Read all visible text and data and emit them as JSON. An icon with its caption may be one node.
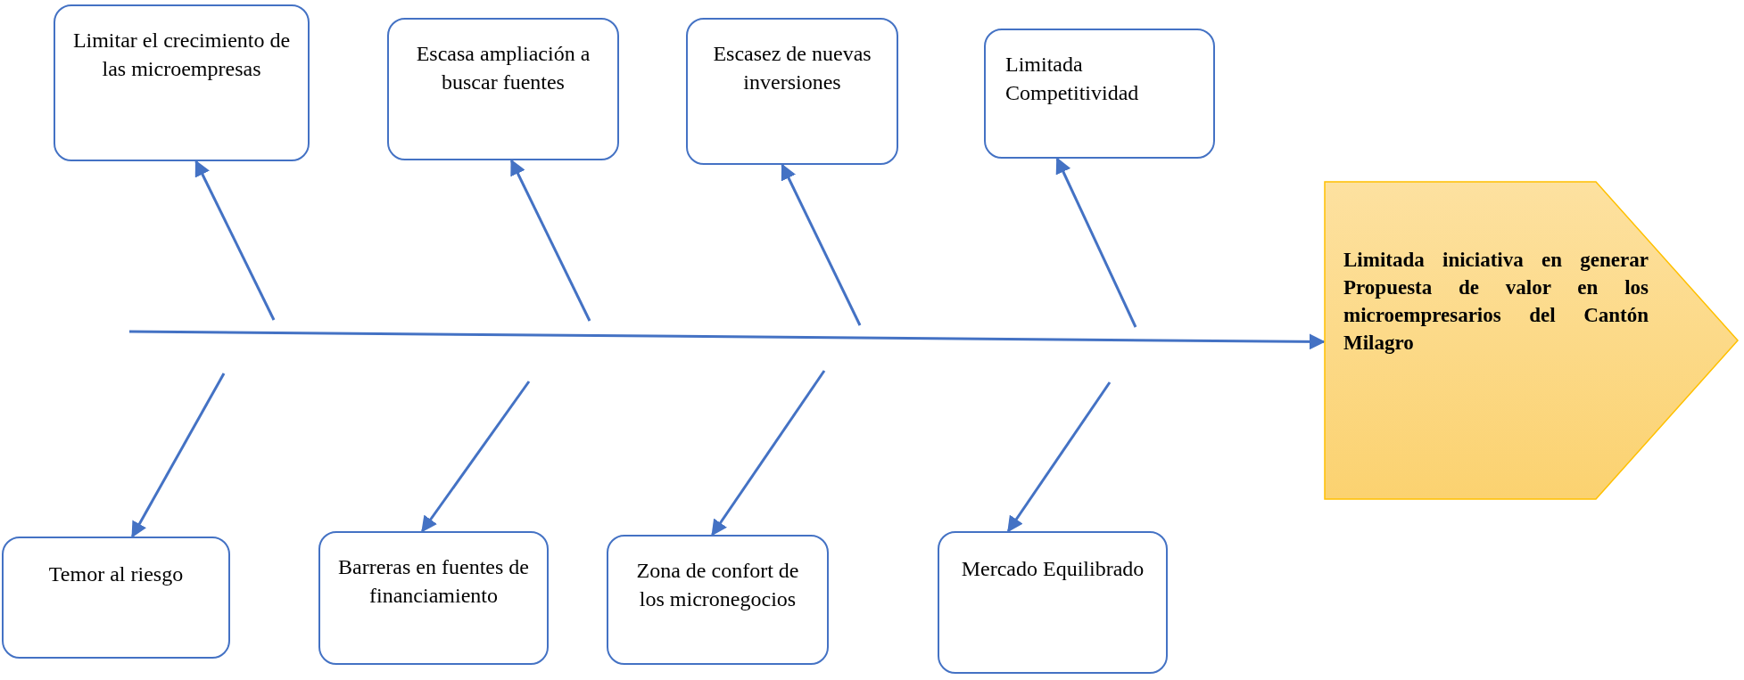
{
  "diagram": {
    "nodes": [
      {
        "text": [
          "Limitar el crecimiento de las microempresas"
        ]
      },
      {
        "text": [
          "Escasa ampliación a buscar fuentes"
        ]
      },
      {
        "text": [
          "Escasez de nuevas inversiones"
        ]
      },
      {
        "text": [
          "Limitada Competitividad"
        ]
      },
      {
        "text": [
          "Limitada iniciativa en generar Propuesta de valor en los microempresarios del Cantón Milagro"
        ]
      },
      {
        "text": [
          "Temor al riesgo"
        ]
      },
      {
        "text": [
          "Barreras en fuentes de financiamiento"
        ]
      },
      {
        "text": [
          "Zona de confort de los micronegocios"
        ]
      },
      {
        "text": [
          "Mercado Equilibrado"
        ]
      }
    ],
    "edges": [
      {
        "from": null,
        "to": 4,
        "arrow": "to"
      },
      {
        "from": null,
        "to": 0,
        "arrow": "to"
      },
      {
        "from": null,
        "to": 1,
        "arrow": "to"
      },
      {
        "from": null,
        "to": 2,
        "arrow": "to"
      },
      {
        "from": null,
        "to": 3,
        "arrow": "to"
      },
      {
        "from": null,
        "to": 5,
        "arrow": "to"
      },
      {
        "from": null,
        "to": 6,
        "arrow": "to"
      },
      {
        "from": null,
        "to": 7,
        "arrow": "to"
      },
      {
        "from": null,
        "to": 8,
        "arrow": "to"
      }
    ]
  }
}
